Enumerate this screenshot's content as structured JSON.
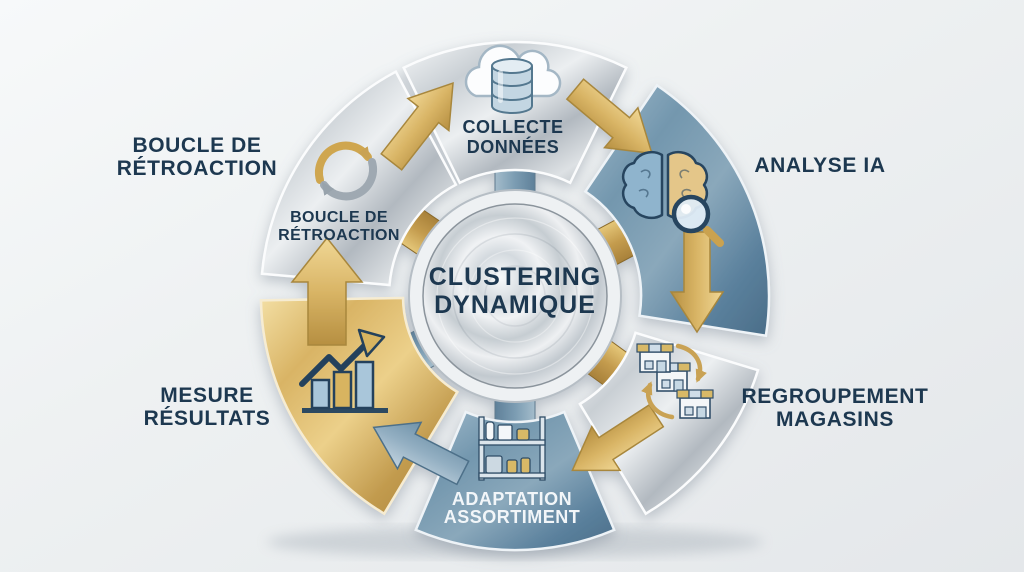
{
  "center": {
    "line1": "CLUSTERING",
    "line2": "DYNAMIQUE"
  },
  "outer_labels": {
    "boucle_retroaction": {
      "line1": "BOUCLE DE",
      "line2": "RÉTROACTION"
    },
    "analyse_ia": {
      "line1": "ANALYSE IA"
    },
    "regroupement_magasins": {
      "line1": "REGROUPEMENT",
      "line2": "MAGASINS"
    },
    "mesure_resultats": {
      "line1": "MESURE",
      "line2": "RÉSULTATS"
    }
  },
  "segments": {
    "collecte_donnees": {
      "line1": "COLLECTE",
      "line2": "DONNÉES",
      "icon": "cloud-database-icon",
      "material": "silver"
    },
    "analyse_ia": {
      "icon": "brain-magnifier-icon",
      "material": "steel-blue"
    },
    "regroupement_magasins": {
      "icon": "stores-exchange-icon",
      "material": "silver"
    },
    "adaptation_assortiment": {
      "line1": "ADAPTATION",
      "line2": "ASSORTIMENT",
      "icon": "shelf-products-icon",
      "material": "steel-blue"
    },
    "mesure_resultats": {
      "icon": "growth-chart-icon",
      "material": "gold"
    },
    "boucle_retroaction": {
      "line1": "BOUCLE DE",
      "line2": "RÉTROACTION",
      "icon": "cycle-arrows-icon",
      "material": "silver"
    }
  },
  "flow": {
    "direction": "clockwise",
    "arrow_colors": {
      "main": "gold",
      "adaptation_to_mesure": "steel-blue"
    }
  },
  "colors": {
    "navy_text": "#1d3850",
    "gold": "#d8b460",
    "steel_blue": "#6d92aa",
    "silver": "#c9cfd4",
    "white_text": "#f2f6f9",
    "background": "#eef1f2"
  }
}
